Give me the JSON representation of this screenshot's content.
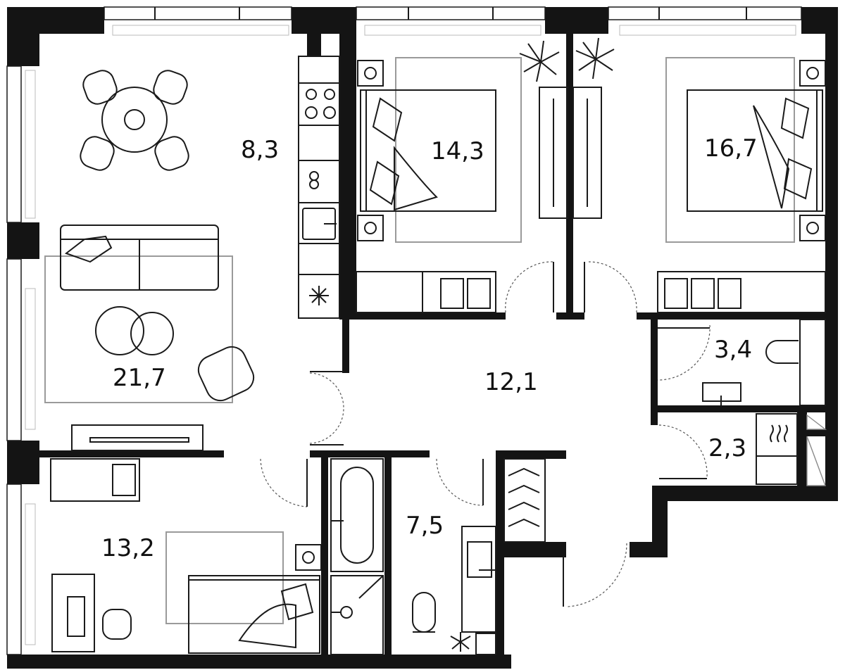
{
  "plan": {
    "rooms": [
      {
        "id": "kitchen",
        "area": "8,3"
      },
      {
        "id": "bedroom-1",
        "area": "14,3"
      },
      {
        "id": "bedroom-2",
        "area": "16,7"
      },
      {
        "id": "living-room",
        "area": "21,7"
      },
      {
        "id": "hallway",
        "area": "12,1"
      },
      {
        "id": "bathroom-small",
        "area": "3,4"
      },
      {
        "id": "laundry",
        "area": "2,3"
      },
      {
        "id": "bathroom",
        "area": "7,5"
      },
      {
        "id": "bedroom-3",
        "area": "13,2"
      }
    ],
    "colors": {
      "wall": "#141414",
      "furniture": "#1a1a1a",
      "rug": "#9a9a9a",
      "background": "#ffffff"
    }
  }
}
